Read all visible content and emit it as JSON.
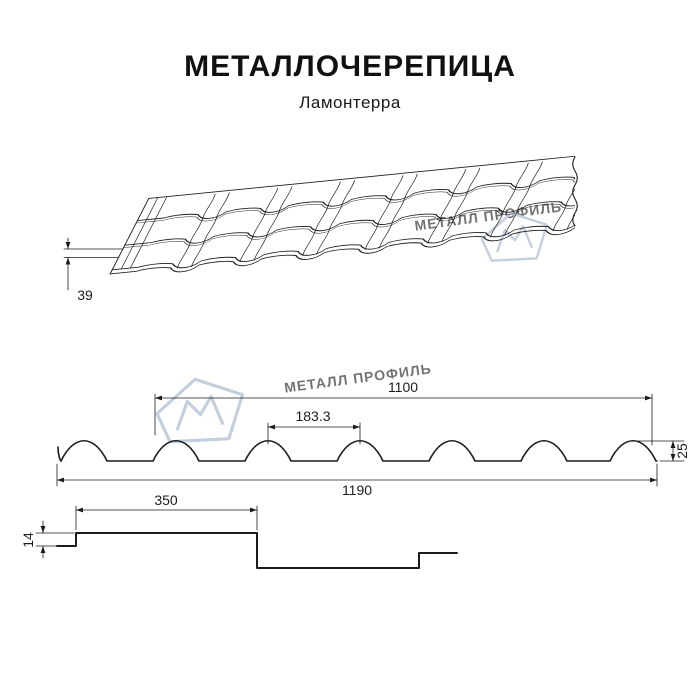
{
  "header": {
    "title": "МЕТАЛЛОЧЕРЕПИЦА",
    "subtitle": "Ламонтерра"
  },
  "watermark": {
    "text": "МЕТАЛЛ ПРОФИЛЬ",
    "logo_icon": "metall-profil-house-logo"
  },
  "views": {
    "perspective": {
      "dim_edge_height": "39"
    },
    "cross_section": {
      "dim_useful_width": "1100",
      "dim_wave_pitch": "183.3",
      "dim_wave_height": "25",
      "dim_overall_width": "1190"
    },
    "overlap_profile": {
      "dim_module_length": "350",
      "dim_step_height": "14"
    }
  },
  "colors": {
    "line": "#1c1c1c",
    "dimension": "#1c1c1c",
    "watermark": "#9fb2c8",
    "background": "#ffffff"
  }
}
